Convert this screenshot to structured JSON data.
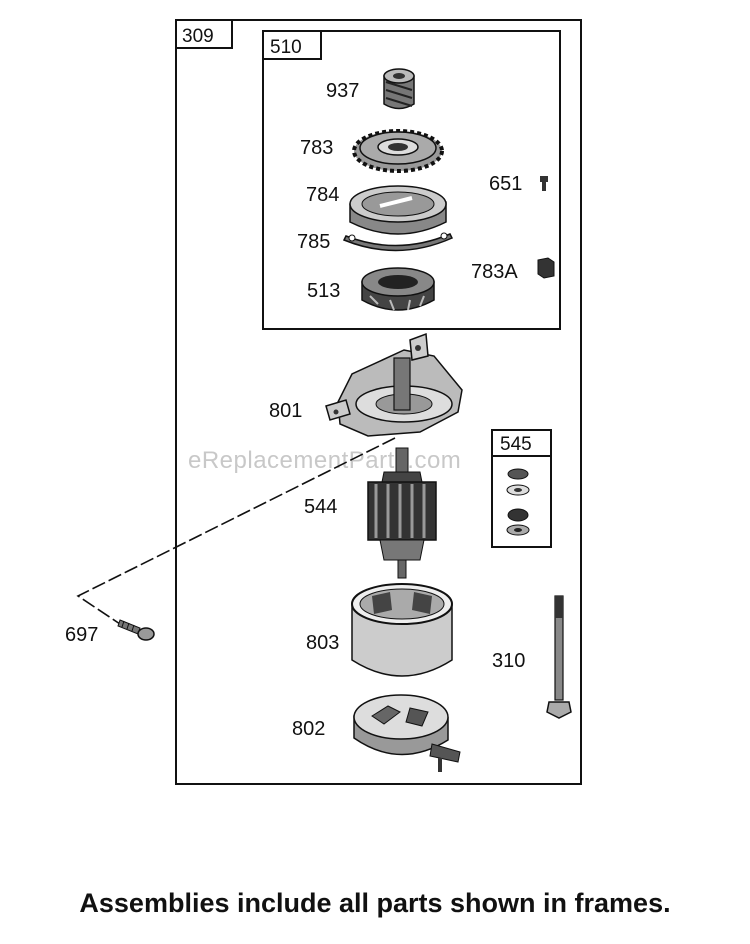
{
  "frames": {
    "outer": "309",
    "top": "510",
    "side": "545"
  },
  "parts": {
    "p937": "937",
    "p783": "783",
    "p784": "784",
    "p785": "785",
    "p513": "513",
    "p651": "651",
    "p783a": "783A",
    "p801": "801",
    "p544": "544",
    "p697": "697",
    "p803": "803",
    "p310": "310",
    "p802": "802"
  },
  "watermark": "eReplacementParts.com",
  "caption": "Assemblies include all parts shown in frames."
}
